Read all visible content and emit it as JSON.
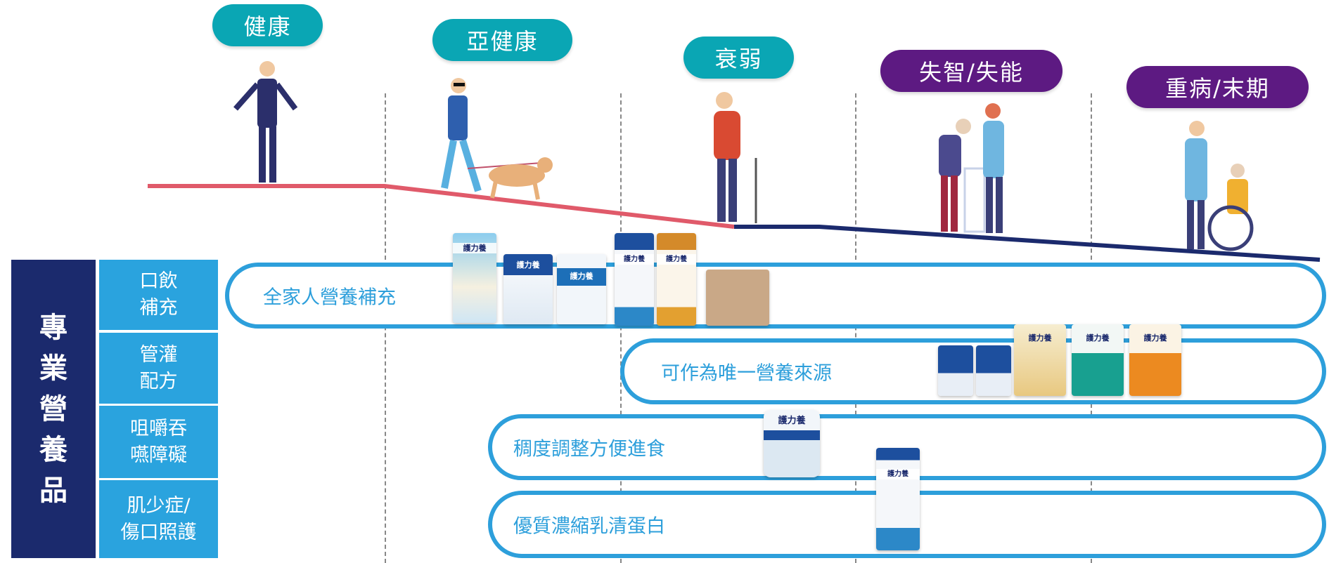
{
  "stages": [
    {
      "label": "健康",
      "color": "#0aa6b4"
    },
    {
      "label": "亞健康",
      "color": "#0aa6b4"
    },
    {
      "label": "衰弱",
      "color": "#0aa6b4"
    },
    {
      "label": "失智/失能",
      "color": "#5d1a82"
    },
    {
      "label": "重病/末期",
      "color": "#5d1a82"
    }
  ],
  "side_title": [
    "專",
    "業",
    "營",
    "養",
    "品"
  ],
  "categories": [
    {
      "line1": "口飲",
      "line2": "補充"
    },
    {
      "line1": "管灌",
      "line2": "配方"
    },
    {
      "line1": "咀嚼吞",
      "line2": "嚥障礙"
    },
    {
      "line1": "肌少症/",
      "line2": "傷口照護"
    }
  ],
  "bars": [
    {
      "label": "全家人營養補充"
    },
    {
      "label": "可作為唯一營養來源"
    },
    {
      "label": "稠度調整方便進食"
    },
    {
      "label": "優質濃縮乳清蛋白"
    }
  ],
  "product_brand": "護力養",
  "colors": {
    "health_line": "#e05a6a",
    "decline_line": "#1b2a6d",
    "bar_border": "#2d9fdb"
  }
}
